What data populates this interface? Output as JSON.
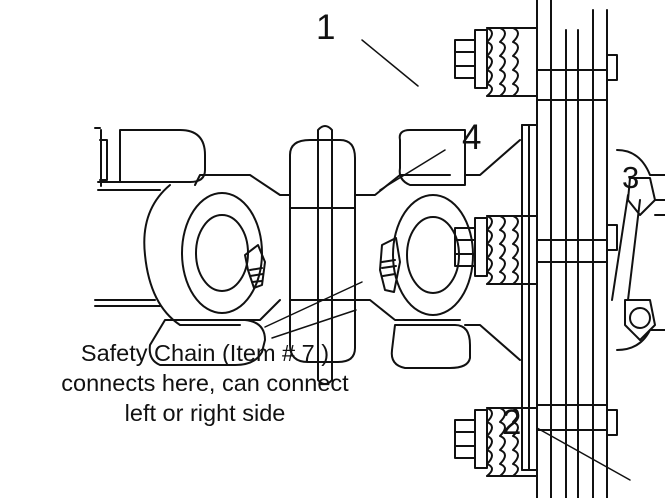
{
  "callouts": {
    "c1": "1",
    "c2": "2",
    "c3": "3",
    "c4": "4"
  },
  "note": {
    "line1": "Safety Chain (Item # 7 )",
    "line2": "connects here, can connect",
    "line3": "left or right side"
  }
}
